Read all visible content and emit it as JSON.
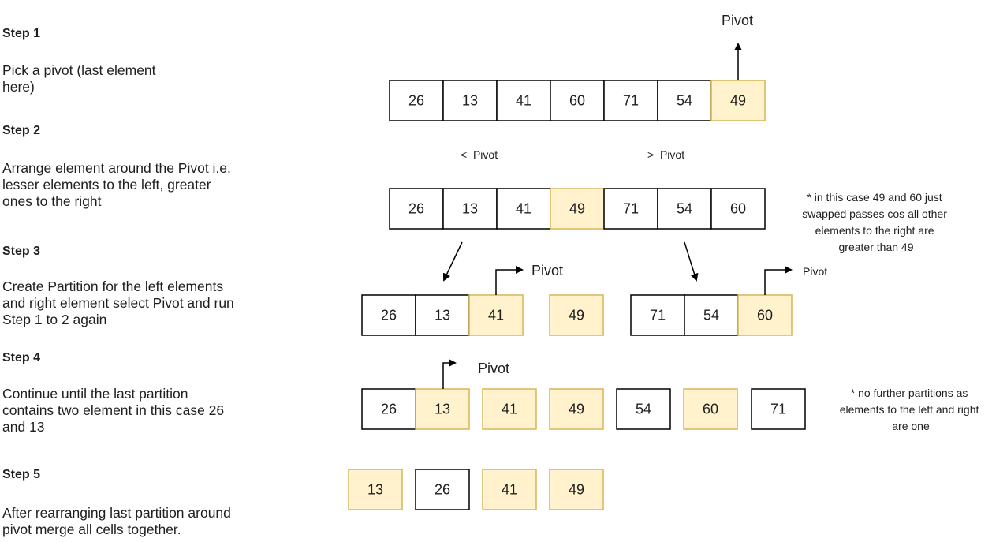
{
  "steps": [
    {
      "title": "Step 1",
      "body": "Pick a pivot (last element\nhere)"
    },
    {
      "title": "Step 2",
      "body": "Arrange element around the Pivot i.e.\nlesser elements to the left, greater\nones to the right"
    },
    {
      "title": "Step 3",
      "body": "Create Partition for the left elements\nand right element select Pivot and run\nStep 1 to 2 again"
    },
    {
      "title": "Step 4",
      "body": "Continue until the last partition\ncontains two element in this case 26\nand 13"
    },
    {
      "title": "Step 5",
      "body": "After rearranging last partition around\npivot merge all cells together."
    }
  ],
  "rows": {
    "initial": [
      {
        "value": "26",
        "pivot": false
      },
      {
        "value": "13",
        "pivot": false
      },
      {
        "value": "41",
        "pivot": false
      },
      {
        "value": "60",
        "pivot": false
      },
      {
        "value": "71",
        "pivot": false
      },
      {
        "value": "54",
        "pivot": false
      },
      {
        "value": "49",
        "pivot": true
      }
    ],
    "arranged": [
      {
        "value": "26",
        "pivot": false
      },
      {
        "value": "13",
        "pivot": false
      },
      {
        "value": "41",
        "pivot": false
      },
      {
        "value": "49",
        "pivot": true
      },
      {
        "value": "71",
        "pivot": false
      },
      {
        "value": "54",
        "pivot": false
      },
      {
        "value": "60",
        "pivot": false
      }
    ],
    "left_partition": [
      {
        "value": "26",
        "pivot": false
      },
      {
        "value": "13",
        "pivot": false
      },
      {
        "value": "41",
        "pivot": true
      }
    ],
    "middle_pivot": [
      {
        "value": "49",
        "pivot": true
      }
    ],
    "right_partition": [
      {
        "value": "71",
        "pivot": false
      },
      {
        "value": "54",
        "pivot": false
      },
      {
        "value": "60",
        "pivot": true
      }
    ],
    "step4_pair": [
      {
        "value": "26",
        "pivot": false
      },
      {
        "value": "13",
        "pivot": true
      }
    ],
    "step4_singles": [
      {
        "value": "41",
        "pivot": true
      },
      {
        "value": "49",
        "pivot": true
      },
      {
        "value": "54",
        "pivot": false
      },
      {
        "value": "60",
        "pivot": true
      },
      {
        "value": "71",
        "pivot": false
      }
    ],
    "final": [
      {
        "value": "13",
        "pivot": true
      },
      {
        "value": "26",
        "pivot": false
      },
      {
        "value": "41",
        "pivot": true
      },
      {
        "value": "49",
        "pivot": true
      }
    ]
  },
  "labels": {
    "pivot_top": "Pivot",
    "less_than_pivot": "<  Pivot",
    "greater_than_pivot": ">  Pivot",
    "pivot_left_partition": "Pivot",
    "pivot_right_partition": "Pivot",
    "pivot_step4": "Pivot"
  },
  "notes": {
    "swap_note": [
      "* in this case 49 and 60 just",
      "swapped passes cos all other",
      "elements to the right are",
      "greater than 49"
    ],
    "no_partition_note": [
      "* no further partitions as",
      "elements to the left and right",
      "are one"
    ]
  },
  "colors": {
    "pivot_fill": "#fff2cc",
    "pivot_border": "#d6b656",
    "cell_border": "#000000"
  }
}
